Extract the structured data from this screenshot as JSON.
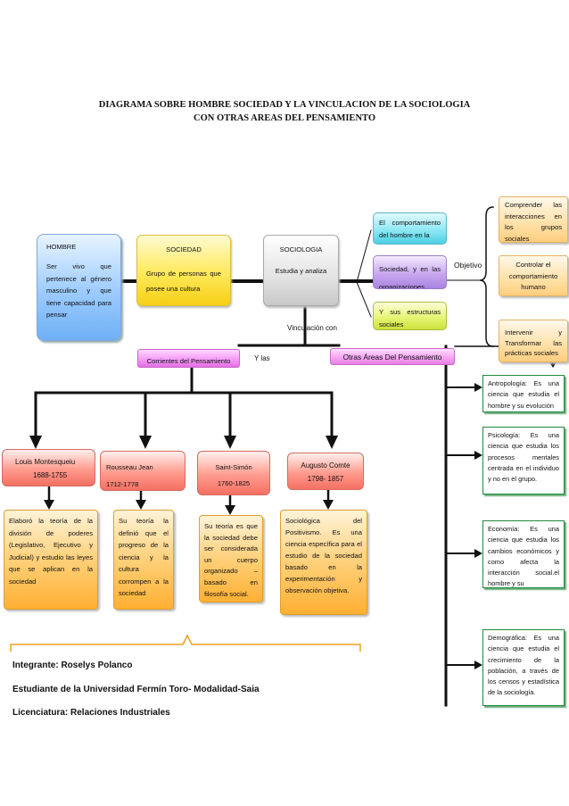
{
  "title": {
    "line1": "DIAGRAMA SOBRE  HOMBRE SOCIEDAD  Y LA VINCULACION DE LA SOCIOLOGIA",
    "line2": "CON OTRAS AREAS DEL PENSAMIENTO"
  },
  "hombre": {
    "heading": "HOMBRE",
    "text": "Ser vivo que pertenece al género masculino y que tiene capacidad para pensar"
  },
  "sociedad": {
    "heading": "SOCIEDAD",
    "text": "Grupo de personas que posee una cultura"
  },
  "sociologia": {
    "heading": "SOCIOLOGIA",
    "text": "Estudia y  analiza"
  },
  "branches": [
    "El comportamiento del hombre en la",
    "Sociedad, y en las organizaciones",
    "Y sus estructuras sociales"
  ],
  "objetivo_label": "Objetivo",
  "objetivos": [
    "Comprender las interacciones en los grupos sociales",
    "Controlar el comportamiento humano",
    "Intervenir y Transformar las prácticas sociales"
  ],
  "vinculacion_label": "Vinculación con",
  "y_las_label": "Y  las",
  "corrientes": "Corrientes del Pensamiento",
  "otras_areas": "Otras Áreas Del  Pensamiento",
  "thinkers": [
    {
      "name": "Louis  Montesqueiu",
      "years": "1688-1755",
      "desc": "Elaboró la teoría de la división de poderes (Legislativo, Ejecutivo y Judicial) y estudio las leyes que se aplican en la sociedad"
    },
    {
      "name": "Rousseau Jean",
      "years": "1712-1778",
      "desc": "Su teoría la definió que el progreso de la ciencia y la cultura corrompen a la sociedad"
    },
    {
      "name": "Saint-Simón",
      "years": "1760-1825",
      "desc": "Su teoría es que la sociedad debe ser considerada un cuerpo organizado – basado en filosofía social."
    },
    {
      "name": "Augusto Comte",
      "years": "1798- 1857",
      "desc": "Sociológica del Positivismo. Es una ciencia específica para el estudio de la sociedad basado en la experimentación y observación objetiva."
    }
  ],
  "areas": [
    "Antropología: Es una ciencia que estudia el hombre y su evolución",
    "Psicología: Es una ciencia que estudia los procesos mentales centrada en el individuo y no en el grupo.",
    "Economía: Es una ciencia que estudia los cambios económicos y como afecta la interacción social.el hombre y su",
    "Demográfica: Es una ciencia que estudia el crecimiento de la población, a través de los censos y estadística de la sociología."
  ],
  "footer": {
    "integrante": "Integrante: Roselys Polanco",
    "estudiante": "Estudiante de la Universidad Fermín Toro- Modalidad-Saia",
    "licenciatura": "Licenciatura: Relaciones Industriales"
  },
  "colors": {
    "connector": "#111111",
    "note_border": "#1f8a3a",
    "brace": "#f0a020"
  }
}
